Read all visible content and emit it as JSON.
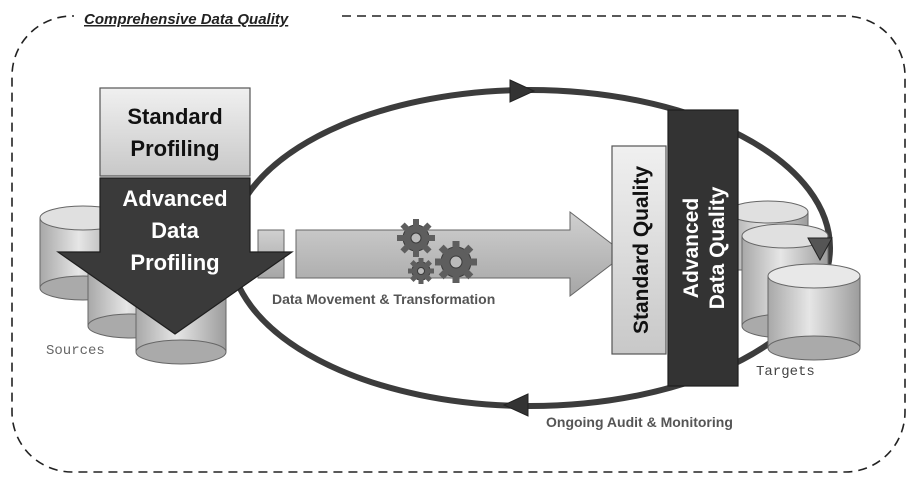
{
  "frame_title": "Comprehensive Data Quality",
  "boxes": {
    "standard_profiling": [
      "Standard",
      "Profiling"
    ],
    "advanced_profiling": [
      "Advanced",
      "Data",
      "Profiling"
    ],
    "standard_quality": "Standard Quality",
    "advanced_quality": [
      "Advanced",
      "Data Quality"
    ]
  },
  "labels": {
    "sources": "Sources",
    "targets": "Targets",
    "movement": "Data Movement & Transformation",
    "audit": "Ongoing Audit & Monitoring"
  },
  "icons": [
    "database-icon",
    "gears-icon",
    "arrow-right-icon",
    "arrow-down-icon"
  ],
  "colors": {
    "dark": "#333333",
    "mid": "#8a8a8a",
    "light": "#d4d4d4",
    "cylinder": "#bdbdbd",
    "text_gray": "#666666"
  }
}
